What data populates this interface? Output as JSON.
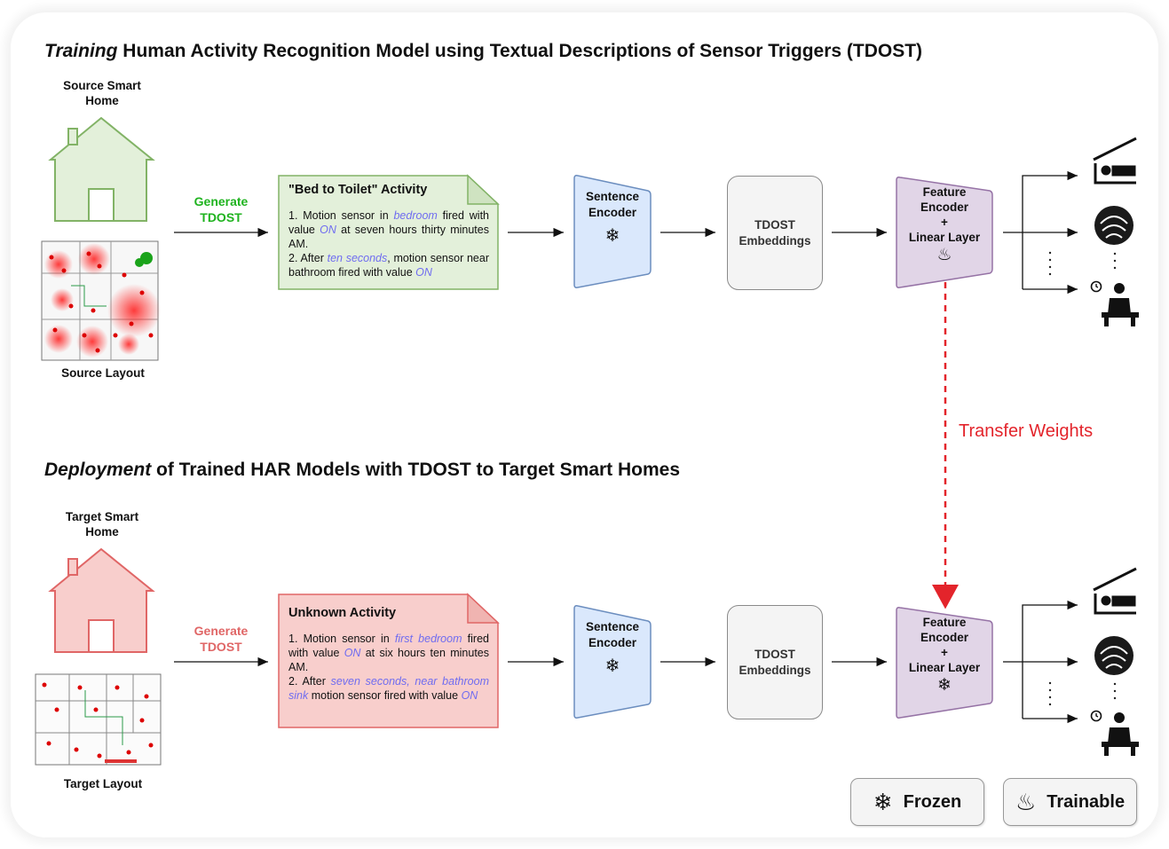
{
  "training": {
    "title_italic": "Training",
    "title_rest": " Human Activity Recognition Model using Textual Descriptions of Sensor Triggers (TDOST)",
    "home_label": "Source Smart Home",
    "layout_label": "Source Layout",
    "generate_label": "Generate TDOST",
    "note": {
      "heading": "\"Bed to Toilet\" Activity",
      "line1_a": "1. Motion sensor in ",
      "line1_hl1": "bedroom",
      "line1_b": " fired with value ",
      "line1_hl2": "ON",
      "line1_c": " at seven hours thirty minutes AM.",
      "line2_a": "2. After ",
      "line2_hl1": "ten seconds",
      "line2_b": ", motion sensor near bathroom fired with value ",
      "line2_hl2": "ON"
    },
    "sentence_encoder": "Sentence Encoder",
    "embeddings": "TDOST Embeddings",
    "feature_encoder_1": "Feature Encoder",
    "feature_encoder_plus": "+",
    "feature_encoder_2": "Linear Layer",
    "encoder_state_icon": "flame-icon"
  },
  "transfer_label": "Transfer Weights",
  "deployment": {
    "title_italic": "Deployment",
    "title_rest": " of Trained HAR Models with TDOST to Target Smart Homes",
    "home_label": "Target Smart Home",
    "layout_label": "Target Layout",
    "generate_label": "Generate TDOST",
    "note": {
      "heading": "Unknown Activity",
      "line1_a": "1. Motion sensor in ",
      "line1_hl1": "first bedroom",
      "line1_b": " fired with value ",
      "line1_hl2": "ON",
      "line1_c": " at six hours ten minutes AM.",
      "line2_a": "2. After ",
      "line2_hl1": "seven seconds, near bathroom sink",
      "line2_b": " motion sensor ",
      "line2_mid": "",
      "line2_c": " fired with value ",
      "line2_hl2": "ON"
    },
    "sentence_encoder": "Sentence Encoder",
    "embeddings": "TDOST Embeddings",
    "feature_encoder_1": "Feature Encoder",
    "feature_encoder_plus": "+",
    "feature_encoder_2": "Linear Layer",
    "encoder_state_icon": "snowflake-icon"
  },
  "legend": {
    "frozen": "Frozen",
    "trainable": "Trainable"
  },
  "icons": {
    "snowflake": "❄",
    "flame": "♨",
    "outputs": [
      "bed-icon",
      "person-washing-icon",
      "person-eating-icon",
      "ellipsis-icon"
    ]
  },
  "colors": {
    "green_fill": "#e3f0da",
    "green_stroke": "#82b366",
    "red_fill": "#f8cecc",
    "red_stroke": "#e06666",
    "blue_fill": "#dae8fc",
    "blue_stroke": "#6c8ebf",
    "purple_fill": "#e1d5e7",
    "purple_stroke": "#9673a6",
    "transfer_red": "#e3242b",
    "generate_green": "#1fb31f",
    "generate_red": "#e06666"
  }
}
